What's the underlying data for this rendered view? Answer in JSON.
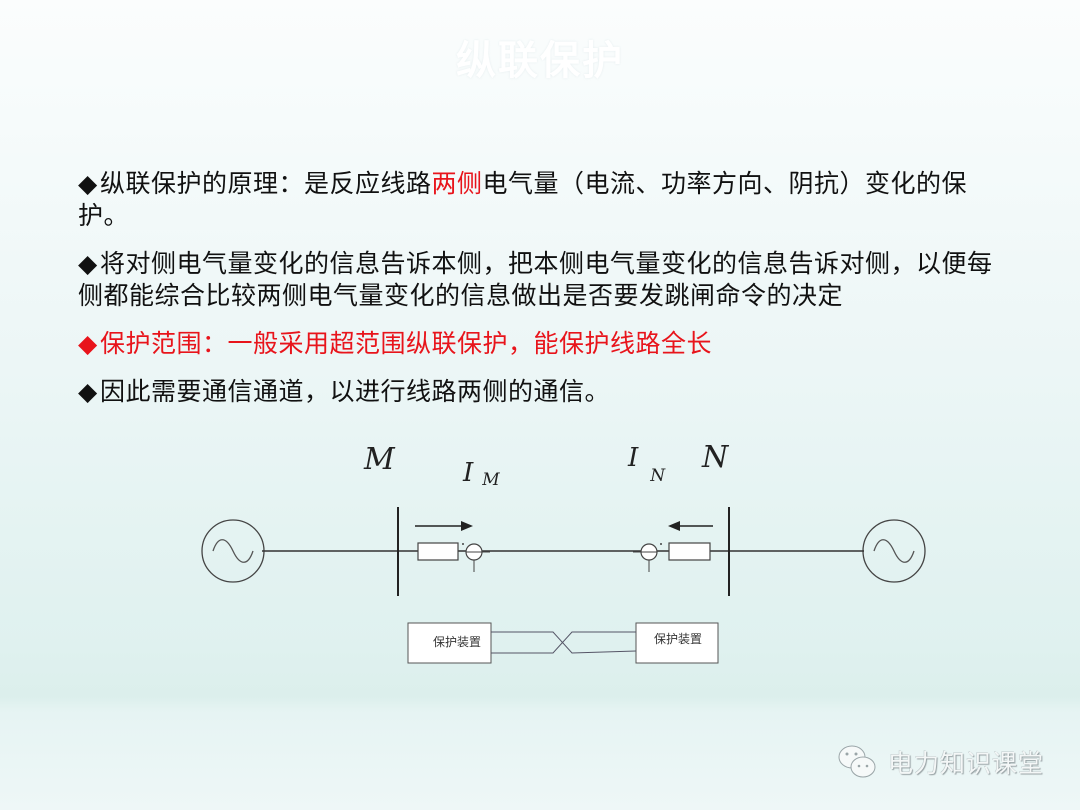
{
  "slide": {
    "title": "纵联保护",
    "bullets": [
      {
        "marker": "◆",
        "parts": [
          {
            "text": "纵联保护的原理：是反应线路",
            "highlight": false
          },
          {
            "text": "两侧",
            "highlight": true
          },
          {
            "text": "电气量（电流、功率方向、阴抗）变化的保护。",
            "highlight": false
          }
        ]
      },
      {
        "marker": "◆",
        "text": "将对侧电气量变化的信息告诉本侧，把本侧电气量变化的信息告诉对侧，以便每侧都能综合比较两侧电气量变化的信息做出是否要发跳闸命令的决定"
      },
      {
        "marker": "◆",
        "text": "保护范围：一般采用超范围纵联保护，能保护线路全长",
        "color": "#e8141b"
      },
      {
        "marker": "◆",
        "text": "因此需要通信通道，以进行线路两侧的通信。"
      }
    ]
  },
  "diagram": {
    "bus_left": "M",
    "bus_right": "N",
    "current_left": {
      "symbol": "I",
      "subscript": "M"
    },
    "current_right": {
      "symbol": "I",
      "subscript": "N"
    },
    "relay_left": "保护装置",
    "relay_right": "保护装置"
  },
  "watermark": {
    "icon": "wechat-icon",
    "text": "电力知识课堂"
  },
  "colors": {
    "highlight_red": "#e8141b",
    "text": "#111111",
    "background_bottom": "#dcefec"
  }
}
